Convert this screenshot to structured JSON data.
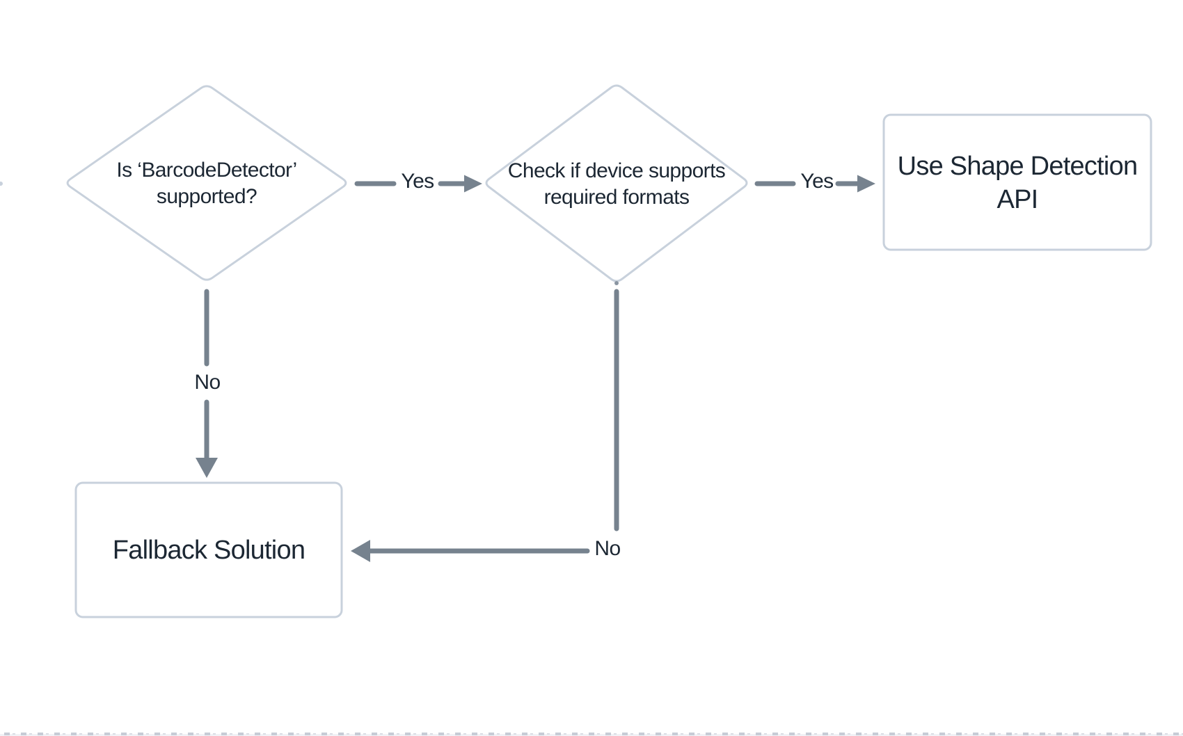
{
  "diagram": {
    "type": "flowchart",
    "background": "#ffffff",
    "colors": {
      "node_border": "#c8d1dc",
      "node_fill": "#ffffff",
      "edge": "#76828e",
      "text": "#1c2733",
      "strip_mark": "#c7ccd6"
    },
    "nodes": [
      {
        "id": "barcode-detector-supported",
        "shape": "decision",
        "lines": [
          "Is ‘BarcodeDetector’",
          "supported?"
        ]
      },
      {
        "id": "device-supports-formats",
        "shape": "decision",
        "lines": [
          "Check if device supports",
          "required formats"
        ]
      },
      {
        "id": "use-shape-detection-api",
        "shape": "process",
        "lines": [
          "Use Shape Detection",
          "API"
        ]
      },
      {
        "id": "fallback-solution",
        "shape": "process",
        "lines": [
          "Fallback Solution"
        ]
      }
    ],
    "edges": [
      {
        "from": "barcode-detector-supported",
        "to": "device-supports-formats",
        "label": "Yes"
      },
      {
        "from": "device-supports-formats",
        "to": "use-shape-detection-api",
        "label": "Yes"
      },
      {
        "from": "barcode-detector-supported",
        "to": "fallback-solution",
        "label": "No"
      },
      {
        "from": "device-supports-formats",
        "to": "fallback-solution",
        "label": "No"
      }
    ]
  }
}
